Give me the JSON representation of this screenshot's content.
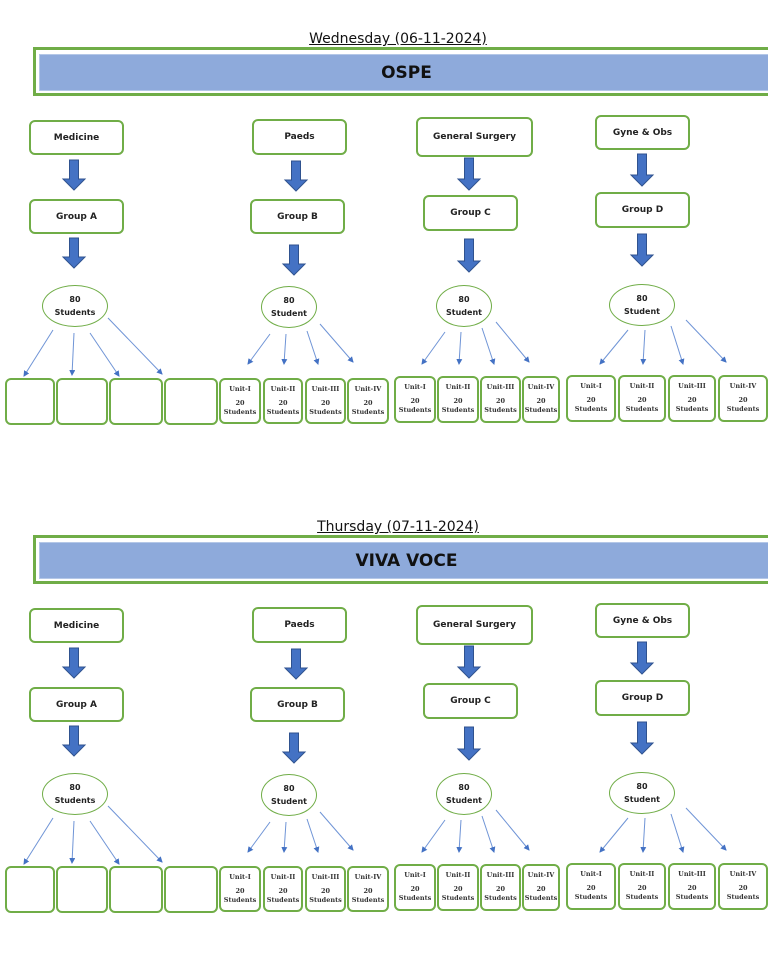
{
  "colors": {
    "box_border": "#70ad47",
    "band_fill": "#8eaadb",
    "arrow": "#4472c4"
  },
  "sections": [
    {
      "date": "Wednesday (06-11-2024)",
      "title": "OSPE",
      "columns": [
        {
          "department": "Medicine",
          "group": "Group A",
          "count": "80",
          "count_label": "Students",
          "units": [
            {
              "name": "",
              "count": "",
              "label": ""
            },
            {
              "name": "",
              "count": "",
              "label": ""
            },
            {
              "name": "",
              "count": "",
              "label": ""
            },
            {
              "name": "",
              "count": "",
              "label": ""
            }
          ]
        },
        {
          "department": "Paeds",
          "group": "Group B",
          "count": "80",
          "count_label": "Student",
          "units": [
            {
              "name": "Unit-I",
              "count": "20",
              "label": "Students"
            },
            {
              "name": "Unit-II",
              "count": "20",
              "label": "Students"
            },
            {
              "name": "Unit-III",
              "count": "20",
              "label": "Students"
            },
            {
              "name": "Unit-IV",
              "count": "20",
              "label": "Students"
            }
          ]
        },
        {
          "department": "General Surgery",
          "group": "Group C",
          "count": "80",
          "count_label": "Student",
          "units": [
            {
              "name": "Unit-I",
              "count": "20",
              "label": "Students"
            },
            {
              "name": "Unit-II",
              "count": "20",
              "label": "Students"
            },
            {
              "name": "Unit-III",
              "count": "20",
              "label": "Students"
            },
            {
              "name": "Unit-IV",
              "count": "20",
              "label": "Students"
            }
          ]
        },
        {
          "department": "Gyne & Obs",
          "group": "Group D",
          "count": "80",
          "count_label": "Student",
          "units": [
            {
              "name": "Unit-I",
              "count": "20",
              "label": "Students"
            },
            {
              "name": "Unit-II",
              "count": "20",
              "label": "Students"
            },
            {
              "name": "Unit-III",
              "count": "20",
              "label": "Students"
            },
            {
              "name": "Unit-IV",
              "count": "20",
              "label": "Students"
            }
          ]
        }
      ]
    },
    {
      "date": "Thursday (07-11-2024)",
      "title": "VIVA VOCE",
      "columns": [
        {
          "department": "Medicine",
          "group": "Group A",
          "count": "80",
          "count_label": "Students",
          "units": [
            {
              "name": "",
              "count": "",
              "label": ""
            },
            {
              "name": "",
              "count": "",
              "label": ""
            },
            {
              "name": "",
              "count": "",
              "label": ""
            },
            {
              "name": "",
              "count": "",
              "label": ""
            }
          ]
        },
        {
          "department": "Paeds",
          "group": "Group B",
          "count": "80",
          "count_label": "Student",
          "units": [
            {
              "name": "Unit-I",
              "count": "20",
              "label": "Students"
            },
            {
              "name": "Unit-II",
              "count": "20",
              "label": "Students"
            },
            {
              "name": "Unit-III",
              "count": "20",
              "label": "Students"
            },
            {
              "name": "Unit-IV",
              "count": "20",
              "label": "Students"
            }
          ]
        },
        {
          "department": "General Surgery",
          "group": "Group C",
          "count": "80",
          "count_label": "Student",
          "units": [
            {
              "name": "Unit-I",
              "count": "20",
              "label": "Students"
            },
            {
              "name": "Unit-II",
              "count": "20",
              "label": "Students"
            },
            {
              "name": "Unit-III",
              "count": "20",
              "label": "Students"
            },
            {
              "name": "Unit-IV",
              "count": "20",
              "label": "Students"
            }
          ]
        },
        {
          "department": "Gyne & Obs",
          "group": "Group D",
          "count": "80",
          "count_label": "Student",
          "units": [
            {
              "name": "Unit-I",
              "count": "20",
              "label": "Students"
            },
            {
              "name": "Unit-II",
              "count": "20",
              "label": "Students"
            },
            {
              "name": "Unit-III",
              "count": "20",
              "label": "Students"
            },
            {
              "name": "Unit-IV",
              "count": "20",
              "label": "Students"
            }
          ]
        }
      ]
    }
  ]
}
